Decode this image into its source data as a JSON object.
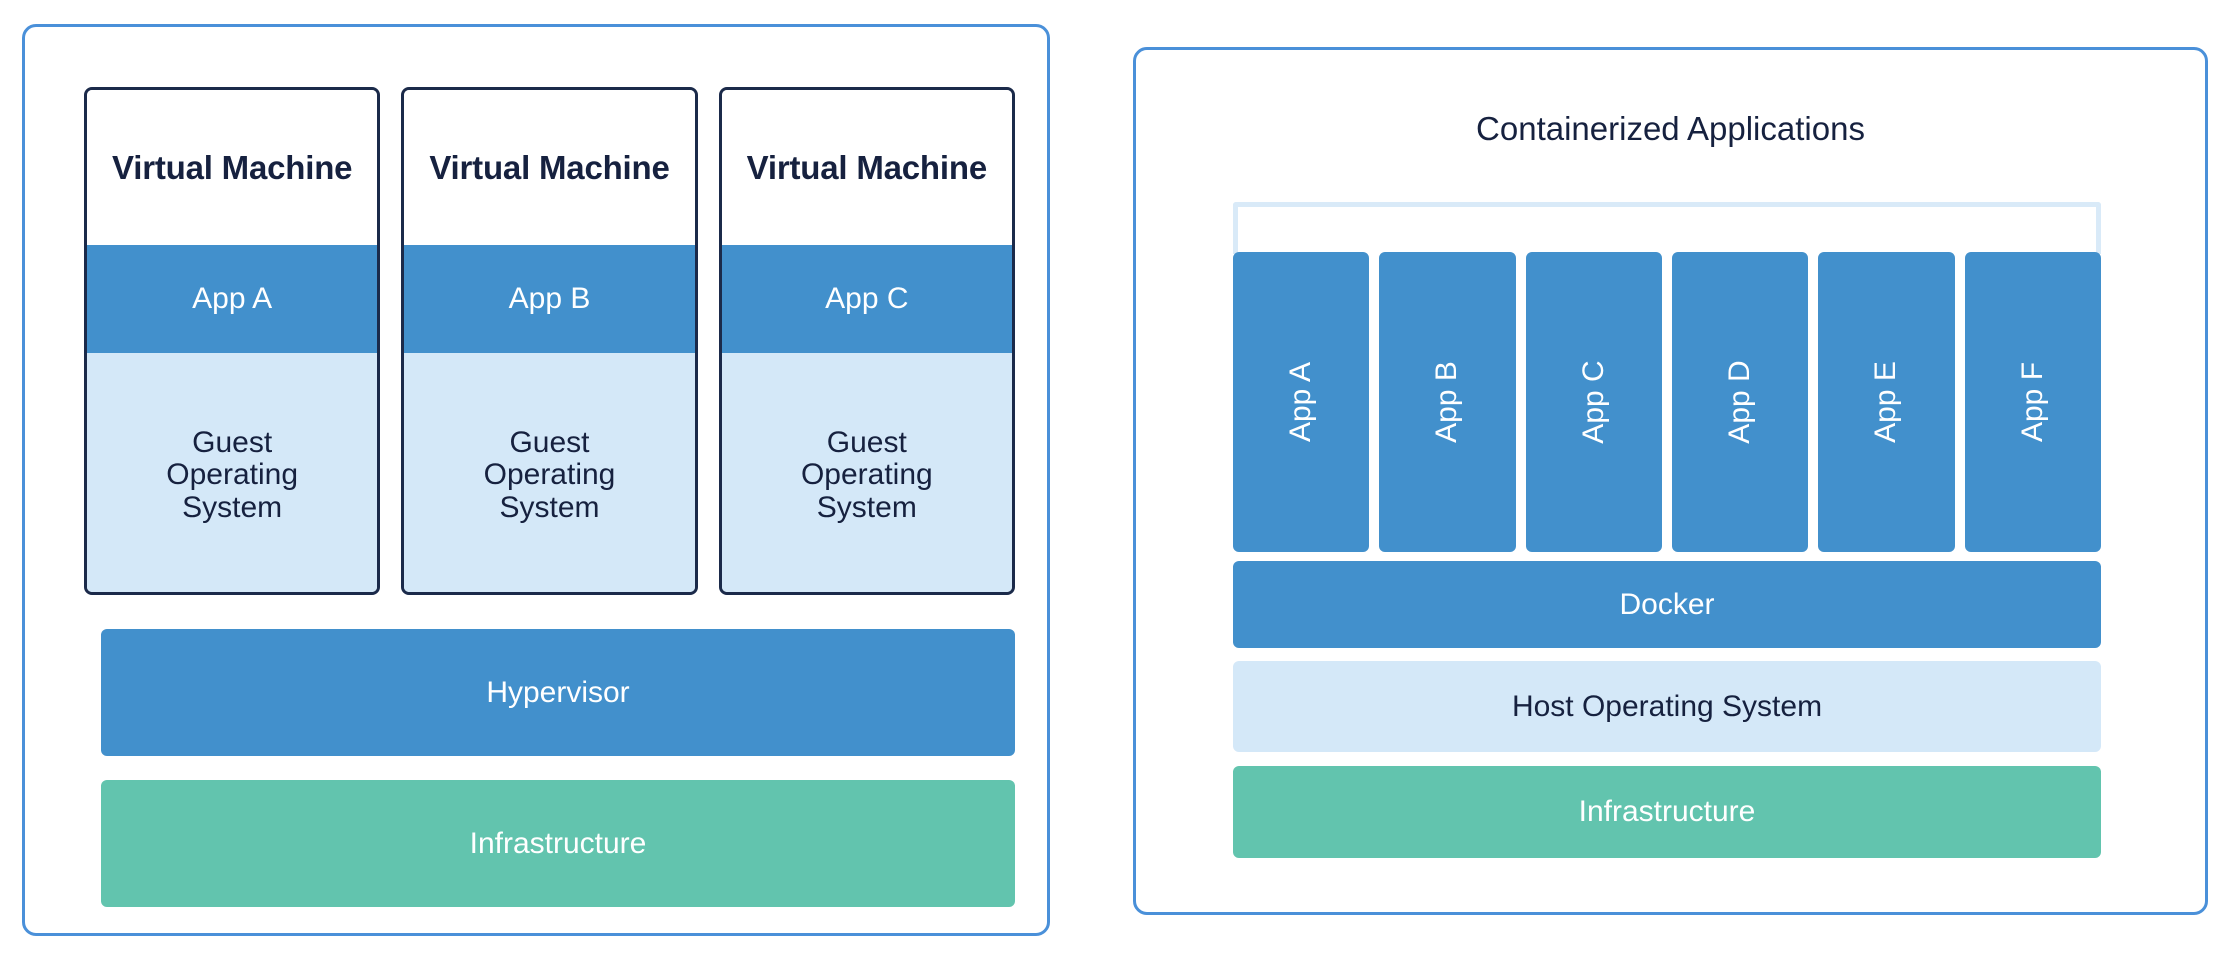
{
  "diagram": {
    "title_vm_panel": "",
    "vm_panel": {
      "machines": [
        {
          "title": "Virtual Machine",
          "app": "App A",
          "guest_os": "Guest\nOperating\nSystem"
        },
        {
          "title": "Virtual Machine",
          "app": "App B",
          "guest_os": "Guest\nOperating\nSystem"
        },
        {
          "title": "Virtual Machine",
          "app": "App C",
          "guest_os": "Guest\nOperating\nSystem"
        }
      ],
      "layers": [
        {
          "label": "Hypervisor",
          "color": "#4290cc",
          "text_color": "#ffffff"
        },
        {
          "label": "Infrastructure",
          "color": "#62c4ae",
          "text_color": "#ffffff"
        }
      ]
    },
    "container_panel": {
      "title": "Containerized Applications",
      "containers": [
        {
          "label": "App A"
        },
        {
          "label": "App B"
        },
        {
          "label": "App C"
        },
        {
          "label": "App D"
        },
        {
          "label": "App E"
        },
        {
          "label": "App F"
        }
      ],
      "layers": [
        {
          "label": "Docker",
          "color": "#4290cc",
          "text_color": "#ffffff"
        },
        {
          "label": "Host Operating System",
          "color": "#d4e8f8",
          "text_color": "#16213f"
        },
        {
          "label": "Infrastructure",
          "color": "#62c4ae",
          "text_color": "#ffffff"
        }
      ]
    },
    "colors": {
      "panel_border": "#4a90d9",
      "vm_box_border": "#1b2a4a",
      "accent_blue": "#4290cc",
      "light_blue": "#d4e8f8",
      "bracket_blue": "#d9eaf8",
      "green": "#62c4ae",
      "navy_text": "#16213f",
      "white": "#ffffff"
    }
  }
}
